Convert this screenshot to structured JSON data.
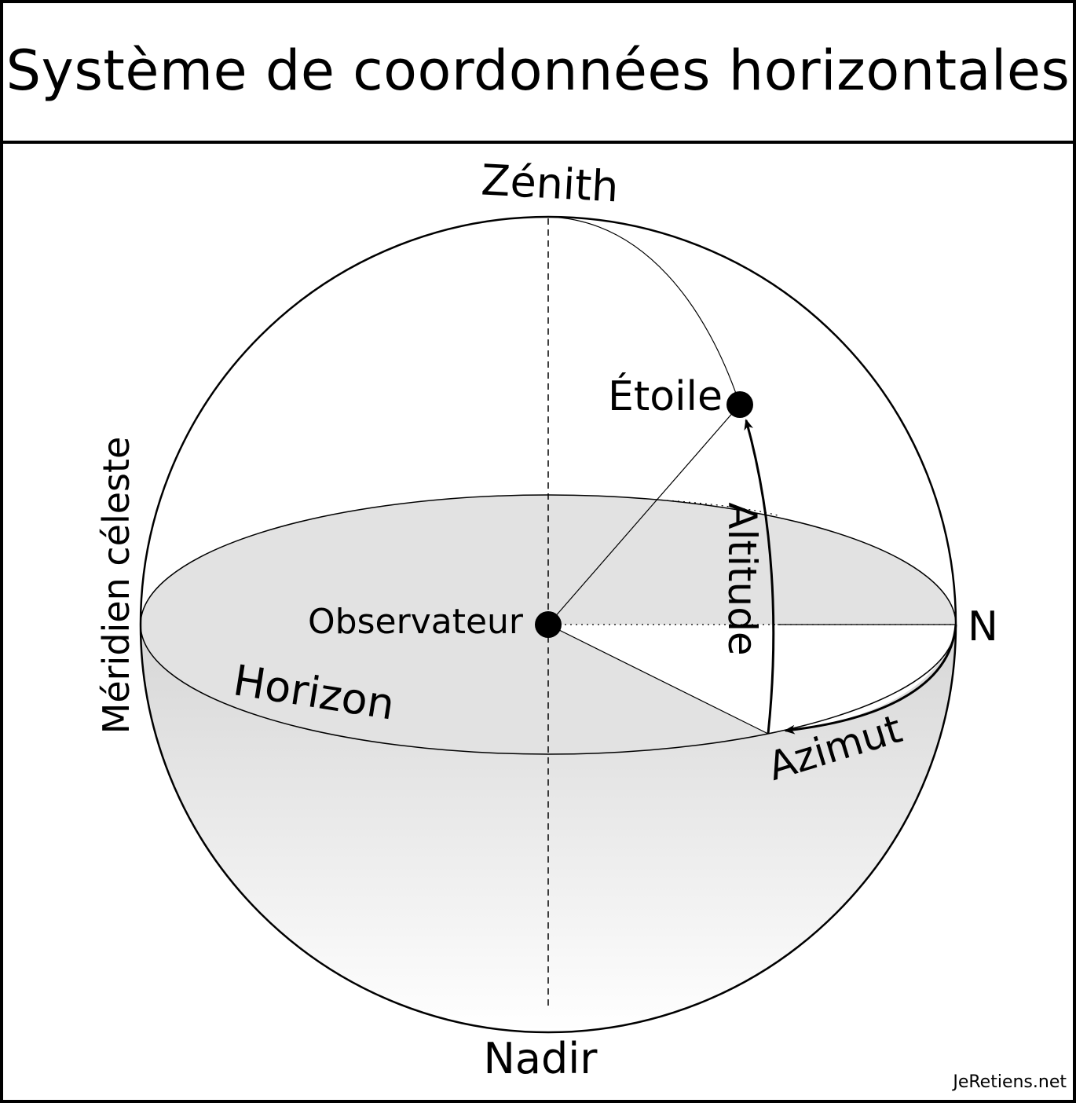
{
  "title": "Système de coordonnées horizontales",
  "labels": {
    "zenith": "Zénith",
    "nadir": "Nadir",
    "star": "Étoile",
    "observer": "Observateur",
    "horizon": "Horizon",
    "north": "N",
    "altitude": "Altitude",
    "azimuth": "Azimut",
    "meridian": "Méridien céleste"
  },
  "credit": "JeRetiens.net"
}
